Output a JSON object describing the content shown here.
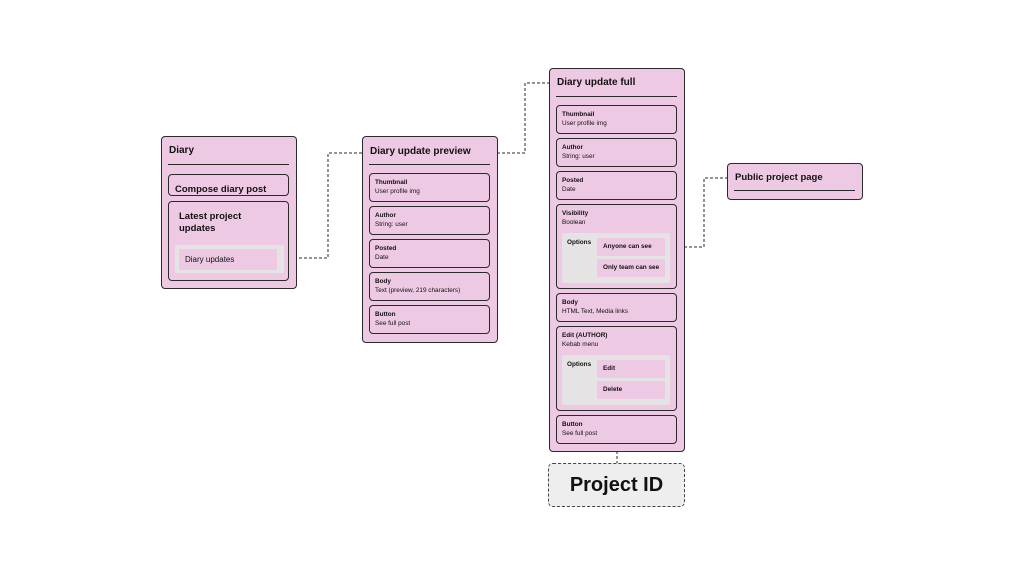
{
  "diary": {
    "title": "Diary",
    "compose": "Compose diary post",
    "latest": "Latest project updates",
    "item": "Diary updates"
  },
  "preview": {
    "title": "Diary update preview",
    "fields": [
      {
        "label": "Thumbnail",
        "value": "User profile img"
      },
      {
        "label": "Author",
        "value": "String: user"
      },
      {
        "label": "Posted",
        "value": "Date"
      },
      {
        "label": "Body",
        "value": "Text (preview, 219 characters)"
      },
      {
        "label": "Button",
        "value": "See full post"
      }
    ]
  },
  "full": {
    "title": "Diary update full",
    "thumbnail": {
      "label": "Thumbnail",
      "value": "User profile img"
    },
    "author": {
      "label": "Author",
      "value": "String: user"
    },
    "posted": {
      "label": "Posted",
      "value": "Date"
    },
    "visibility": {
      "label": "Visibility",
      "value": "Boolean",
      "options_label": "Options",
      "options": [
        "Anyone can see",
        "Only team can see"
      ]
    },
    "body": {
      "label": "Body",
      "value": "HTML Text, Media links"
    },
    "edit": {
      "label": "Edit (AUTHOR)",
      "value": "Kebab menu",
      "options_label": "Options",
      "options": [
        "Edit",
        "Delete"
      ]
    },
    "button": {
      "label": "Button",
      "value": "See full post"
    }
  },
  "public_page": {
    "title": "Public project page"
  },
  "project_id": {
    "label": "Project ID"
  },
  "colors": {
    "panel_fill": "#eec9e3",
    "options_fill": "#e6e3e5",
    "stroke": "#2a2a2a",
    "id_fill": "#eeeeee"
  }
}
